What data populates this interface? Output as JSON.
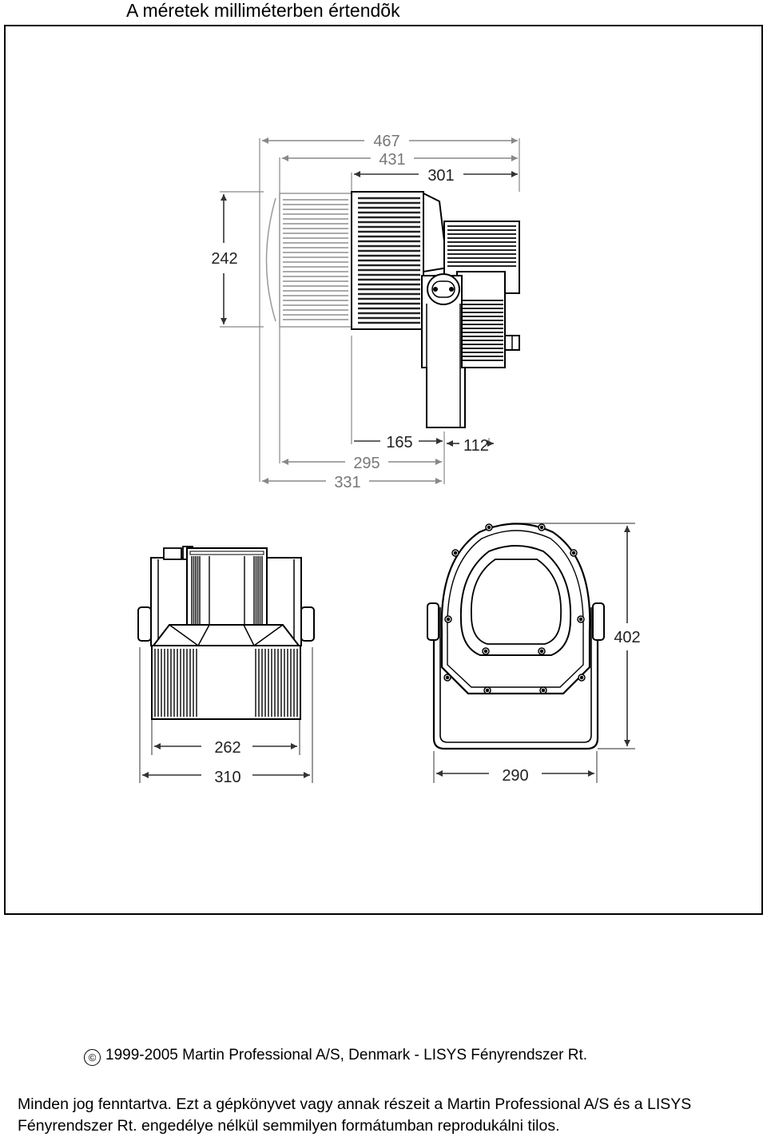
{
  "header": {
    "title": "A méretek milliméterben értendõk"
  },
  "dimensions": {
    "side_view": {
      "width_overall": "467",
      "width_body": "431",
      "width_rear": "301",
      "height": "242",
      "bracket_depth": "165",
      "bracket_offset": "112",
      "base_295": "295",
      "base_331": "331"
    },
    "rear_view": {
      "inner_width": "262",
      "outer_width": "310"
    },
    "front_view": {
      "height": "402",
      "width": "290"
    }
  },
  "footer": {
    "copyright_symbol": "©",
    "copyright": "1999-2005 Martin Professional A/S, Denmark - LISYS Fényrendszer Rt.",
    "rights": "Minden jog fenntartva. Ezt a gépkönyvet vagy annak részeit a Martin Professional A/S és a LISYS Fényrendszer Rt. engedélye nélkül semmilyen formátumban reprodukálni tilos."
  },
  "colors": {
    "line": "#000000",
    "dim_line": "#555555",
    "light_dim": "#888888"
  }
}
